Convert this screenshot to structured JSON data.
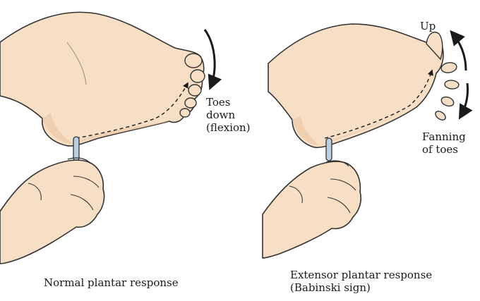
{
  "labels": {
    "toes_down": [
      "Toes",
      "down",
      "(flexion)"
    ],
    "up": "Up",
    "fanning": [
      "Fanning",
      "of toes"
    ]
  },
  "captions": {
    "left": "Normal plantar response",
    "right": [
      "Extensor plantar response",
      "(Babinski sign)"
    ]
  },
  "colors": {
    "skin": "#f7dfc6",
    "skin_shadow": "#e9c7a7",
    "outline": "#333333",
    "probe": "#b9cfe3"
  }
}
